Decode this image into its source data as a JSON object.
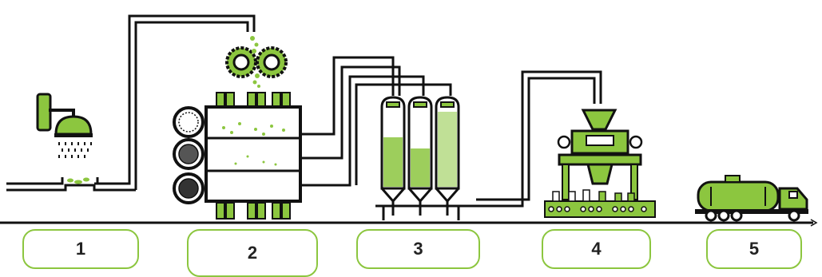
{
  "colors": {
    "accent_green": "#8cc63f",
    "outline": "#111111",
    "background": "#ffffff"
  },
  "steps": [
    {
      "label": "1",
      "icon": "washing-shower-icon"
    },
    {
      "label": "2",
      "icon": "crushing-sieving-machine-icon"
    },
    {
      "label": "3",
      "icon": "storage-silos-icon"
    },
    {
      "label": "4",
      "icon": "packaging-machine-icon"
    },
    {
      "label": "5",
      "icon": "tanker-truck-icon"
    }
  ]
}
